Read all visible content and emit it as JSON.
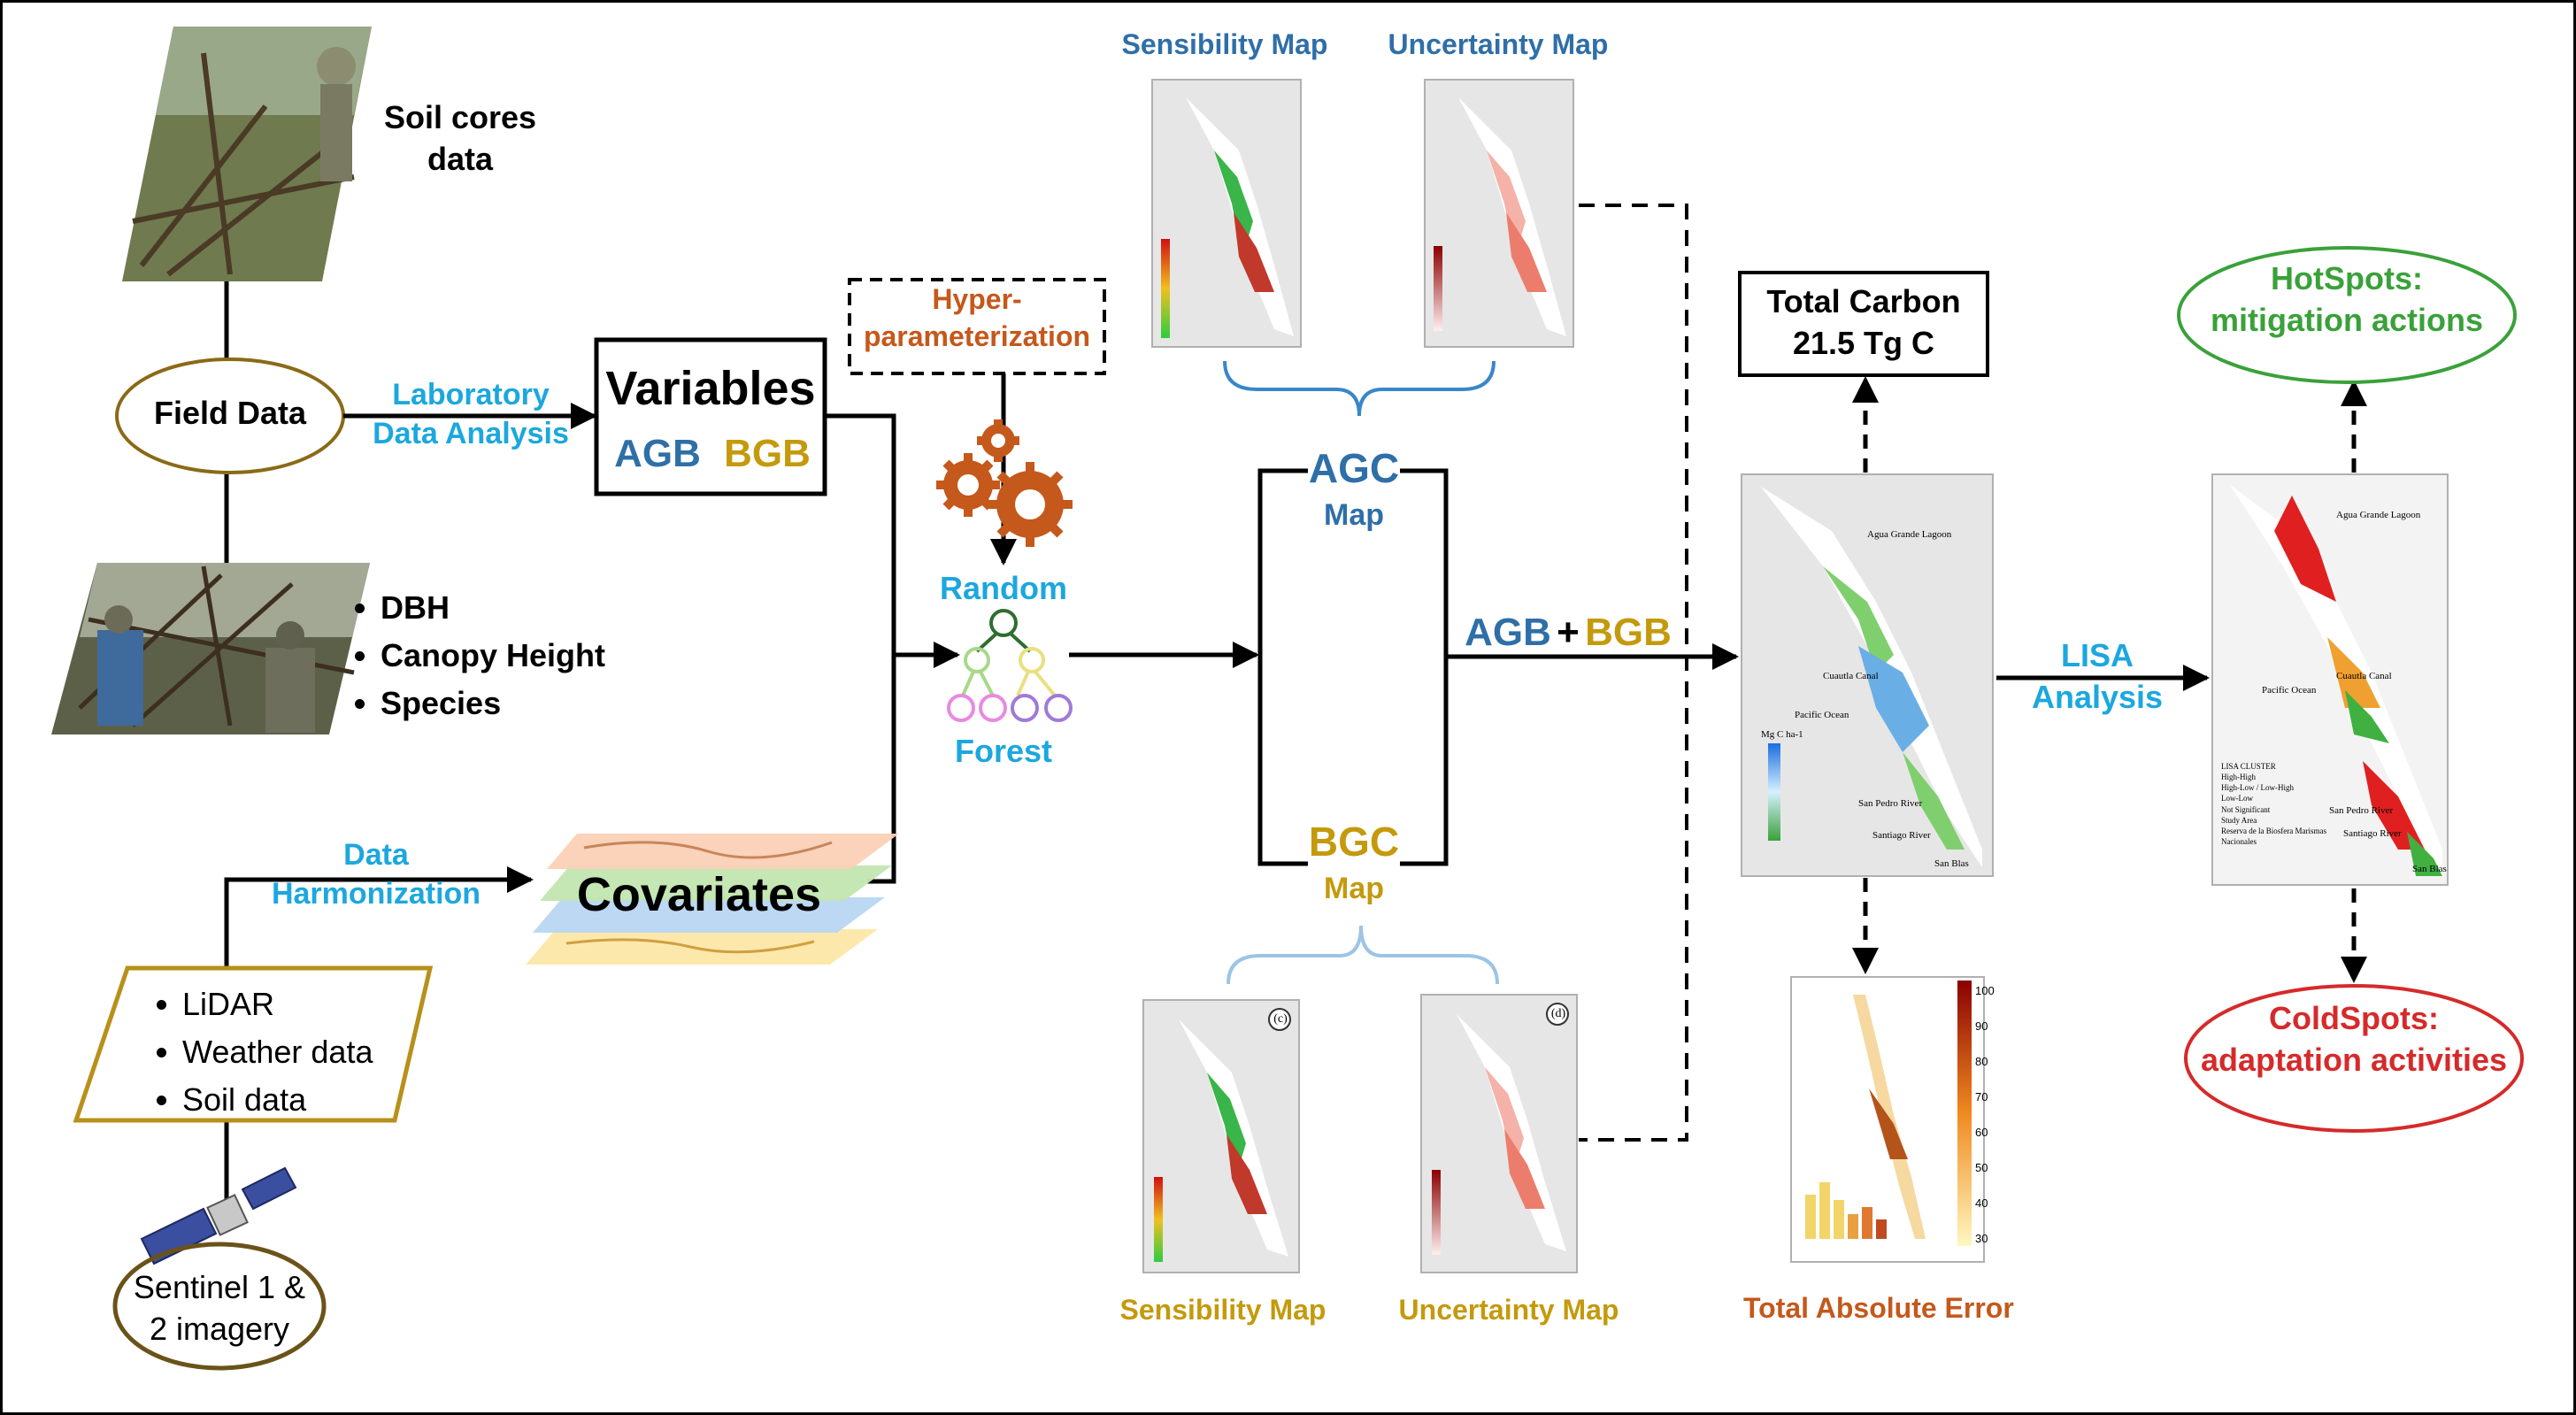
{
  "field": {
    "soil_cores": "Soil cores\ndata",
    "field_data": "Field Data",
    "field_measurements": [
      "DBH",
      "Canopy Height",
      "Species"
    ]
  },
  "lab": {
    "label": "Laboratory\nData Analysis"
  },
  "variables": {
    "title": "Variables",
    "agb": "AGB",
    "bgb": "BGB"
  },
  "hyper": {
    "label": "Hyper-\nparameterization"
  },
  "rf": {
    "random": "Random",
    "forest": "Forest"
  },
  "harmonization": {
    "label": "Data\nHarmonization"
  },
  "covariates": {
    "title": "Covariates"
  },
  "sources": {
    "items": [
      "LiDAR",
      "Weather data",
      "Soil data"
    ],
    "sentinel": "Sentinel 1 &\n2 imagery"
  },
  "agc": {
    "title": "AGC",
    "sub": "Map"
  },
  "bgc": {
    "title": "BGC",
    "sub": "Map"
  },
  "agb_bgb": {
    "agb": "AGB",
    "plus": "+",
    "bgb": "BGB"
  },
  "top_maps": {
    "sensibility": "Sensibility Map",
    "uncertainty": "Uncertainty Map"
  },
  "bottom_maps": {
    "sensibility": "Sensibility Map",
    "uncertainty": "Uncertainty Map",
    "panel_c": "(c)",
    "panel_d": "(d)"
  },
  "total_carbon": {
    "label": "Total Carbon\n21.5 Tg C"
  },
  "total_error": {
    "label": "Total Absolute Error",
    "scale": [
      "100",
      "90",
      "80",
      "70",
      "60",
      "50",
      "40",
      "30"
    ]
  },
  "carbon_map": {
    "places": [
      "Agua Grande Lagoon",
      "Cuautla Canal",
      "Pacific Ocean",
      "San Pedro River",
      "Santiago River",
      "San Blas"
    ],
    "legend_title": "Mg C ha-1"
  },
  "lisa": {
    "label": "LISA\nAnalysis"
  },
  "lisa_map": {
    "places": [
      "Agua Grande Lagoon",
      "Cuautla Canal",
      "Pacific Ocean",
      "San Pedro River",
      "Santiago River",
      "San Blas"
    ],
    "legend_title": "LISA CLUSTER",
    "legend_items": [
      "High-High",
      "High-Low / Low-High",
      "Low-Low",
      "Not Significant",
      "Study Area",
      "Reserva de la Biosfera Marismas Nacionales"
    ]
  },
  "hotspots": {
    "label": "HotSpots:\nmitigation actions"
  },
  "coldspots": {
    "label": "ColdSpots:\nadaptation activities"
  },
  "colors": {
    "blue": "#2f6fa8",
    "cyan": "#1ca7de",
    "gold": "#c49a0c",
    "orange": "#c5581b",
    "green": "#3aa13a",
    "red": "#d62a2a",
    "brown": "#8a6a16"
  }
}
